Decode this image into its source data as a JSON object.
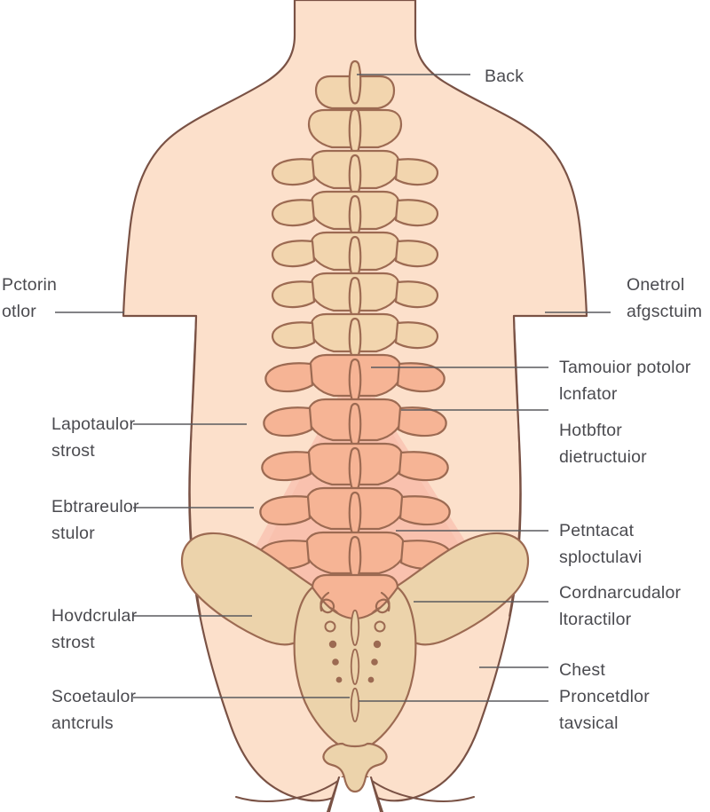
{
  "diagram": {
    "title": "Back",
    "colors": {
      "skin_fill": "#fce0cb",
      "outline_stroke": "#7a5245",
      "pain_highlight": "#f9c2b1",
      "vertebra_upper_fill": "#f2d5ae",
      "vertebra_lower_fill": "#f6b495",
      "bone_outline": "#9c6a52",
      "sacrum_fill": "#ecd3ab",
      "label_text": "#4a4a4f",
      "leader_line": "#5a5a5e",
      "background": "#ffffff"
    }
  },
  "labels": {
    "top": {
      "id": "back",
      "text": "Back",
      "side": "right"
    },
    "left": [
      {
        "id": "pctorin-otlor",
        "line1": "Pctorin",
        "line2": "otlor",
        "text": "Pctorin\notlor"
      },
      {
        "id": "lapotaulor-strest",
        "line1": "Lapotaulor",
        "line2": "strost",
        "text": "Lapotaulor\nstrost"
      },
      {
        "id": "ebtrareulor-stulor",
        "line1": "Ebtrareulor",
        "line2": "stulor",
        "text": "Ebtrareulor\nstulor"
      },
      {
        "id": "hovdcrular-strost",
        "line1": "Hovdcrular",
        "line2": "strost",
        "text": "Hovdcrular\nstrost"
      },
      {
        "id": "scoetaulor-antcruls",
        "line1": "Scoetaulor",
        "line2": "antcruls",
        "text": "Scoetaulor\nantcruls"
      }
    ],
    "right": [
      {
        "id": "onetrol-afgsctuim",
        "line1": "Onetrol",
        "line2": "afgsctuim",
        "text": "Onetrol\nafgsctuim"
      },
      {
        "id": "tamouior-potolor-lcnfator",
        "line1": "Tamouior potolor",
        "line2": "lcnfator",
        "text": "Tamouior potolor\nlcnfator"
      },
      {
        "id": "hotbftor-dietructuior",
        "line1": "Hotbftor",
        "line2": "dietructuior",
        "text": "Hotbftor\ndietructuior"
      },
      {
        "id": "petntacat-sploctulavi",
        "line1": "Petntacat",
        "line2": "sploctulavi",
        "text": "Petntacat\nsploctulavi"
      },
      {
        "id": "cordnarcudalor-ltoractilor",
        "line1": "Cordnarcudalor",
        "line2": "ltoractilor",
        "text": "Cordnarcudalor\nltoractilor"
      },
      {
        "id": "chest",
        "line1": "Chest",
        "line2": "",
        "text": "Chest"
      },
      {
        "id": "proncetdlor-tavsical",
        "line1": "Proncetdlor",
        "line2": "tavsical",
        "text": "Proncetdlor\ntavsical"
      }
    ]
  },
  "anatomy": {
    "body_part": "human-torso-posterior-view",
    "vertebra_count": 12,
    "regions": [
      "thoracic-spine",
      "lumbar-spine",
      "sacrum",
      "ilium-left",
      "ilium-right",
      "coccyx"
    ],
    "pain_region": "lower-back-lumbar-triangle"
  }
}
